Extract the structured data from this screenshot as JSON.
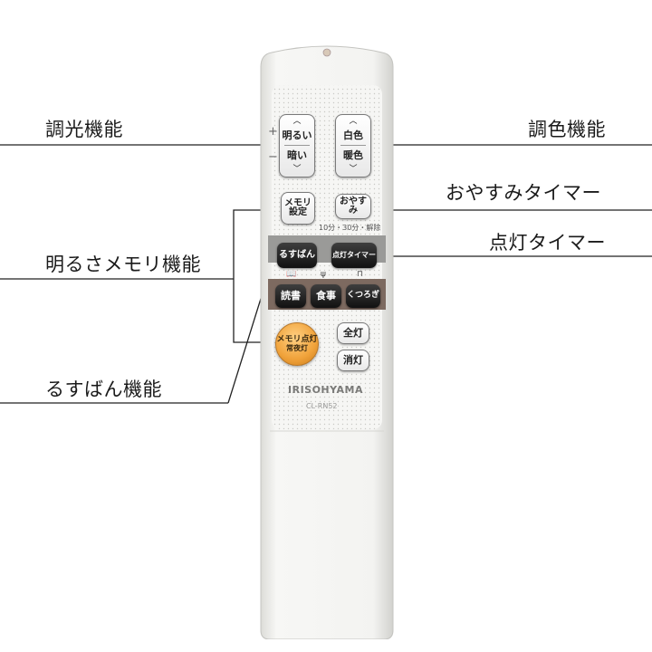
{
  "callouts": {
    "dimming": "調光機能",
    "color": "調色機能",
    "sleep_timer": "おやすみタイマー",
    "light_timer": "点灯タイマー",
    "memory": "明るさメモリ機能",
    "away": "るすばん機能"
  },
  "remote": {
    "brighter": "明るい",
    "darker": "暗い",
    "white": "白色",
    "warm": "暖色",
    "plus": "+",
    "minus": "−",
    "memory_line1": "メモリ",
    "memory_line2": "設定",
    "sleep": "おやすみ",
    "sleep_options": "10分・30分・解除",
    "away": "るすばん",
    "light_timer": "点灯タイマー",
    "reading": "読書",
    "meal": "食事",
    "relax": "くつろぎ",
    "memory_light": "メモリ点灯",
    "night_light": "常夜灯",
    "full_light": "全灯",
    "off": "消灯",
    "brand": "IRISOHYAMA",
    "model": "CL-RN52"
  },
  "colors": {
    "body": "#f4f4f2",
    "panel_gray": "#9a9a98",
    "panel_brown": "#7d6a60",
    "memory_button": "#f0a23a",
    "dark_button": "#1c1c1c"
  }
}
